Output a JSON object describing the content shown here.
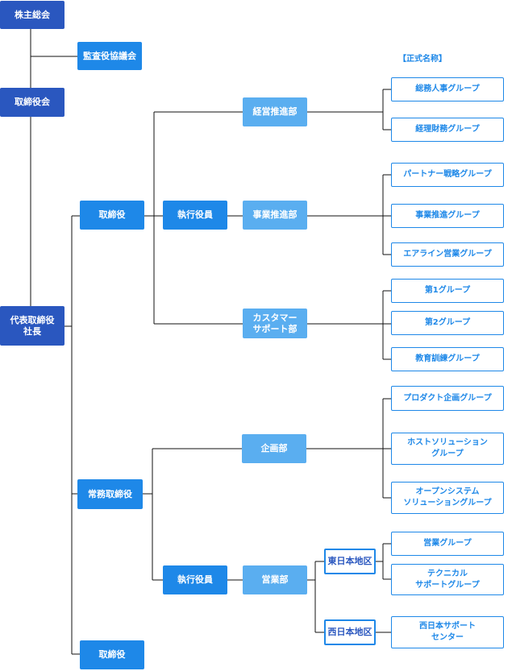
{
  "caption": "【正式名称】",
  "nodes": {
    "shareholders": "株主総会",
    "auditors": "監査役協議会",
    "board": "取締役会",
    "ceo": "代表取締役\n社長",
    "director1": "取締役",
    "exec1": "執行役員",
    "mgmt_dept": "経営推進部",
    "biz_dept": "事業推進部",
    "cs_dept": "カスタマー\nサポート部",
    "managing_director": "常務取締役",
    "planning_dept": "企画部",
    "exec2": "執行役員",
    "sales_dept": "営業部",
    "east": "東日本地区",
    "west": "西日本地区",
    "director2": "取締役"
  },
  "groups": {
    "g_general": "総務人事グループ",
    "g_finance": "経理財務グループ",
    "g_partner": "パートナー戦略グループ",
    "g_bizpromo": "事業推進グループ",
    "g_airline": "エアライン営業グループ",
    "g_first": "第1グループ",
    "g_second": "第2グループ",
    "g_training": "教育訓練グループ",
    "g_product": "プロダクト企画グループ",
    "g_host": "ホストソリューション\nグループ",
    "g_open": "オープンシステム\nソリューショングループ",
    "g_sales": "営業グループ",
    "g_tech": "テクニカル\nサポートグループ",
    "g_westcenter": "西日本サポート\nセンター"
  },
  "colors": {
    "dark": "#2a57bf",
    "mid": "#1e88e8",
    "light": "#5aaef0",
    "line": "#111111"
  }
}
